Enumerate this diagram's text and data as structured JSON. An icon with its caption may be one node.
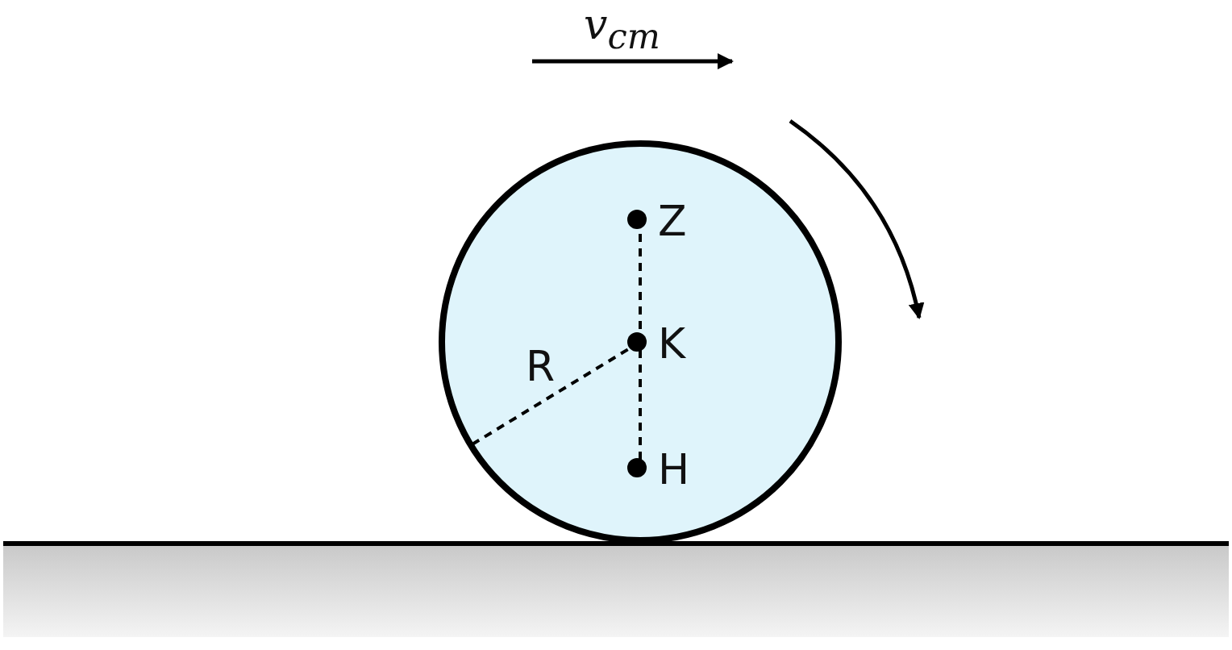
{
  "diagram": {
    "labels": [
      "v$_{cm}$",
      "Z",
      "K",
      "R",
      "H"
    ]
  }
}
